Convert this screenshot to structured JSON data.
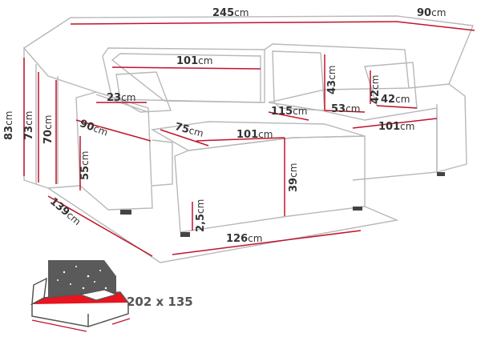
{
  "dimensions": {
    "total_width": {
      "value": "245",
      "unit": "cm"
    },
    "depth_chaise": {
      "value": "90",
      "unit": "cm"
    },
    "back_width": {
      "value": "101",
      "unit": "cm"
    },
    "back_cushion_h": {
      "value": "43",
      "unit": "cm"
    },
    "pillow_h": {
      "value": "42",
      "unit": "cm"
    },
    "pillow_w": {
      "value": "42",
      "unit": "cm"
    },
    "armrest_w": {
      "value": "23",
      "unit": "cm"
    },
    "armrest_d": {
      "value": "90",
      "unit": "cm"
    },
    "seat_depth_left": {
      "value": "75",
      "unit": "cm"
    },
    "seat_front_w": {
      "value": "101",
      "unit": "cm"
    },
    "inner_115": {
      "value": "115",
      "unit": "cm"
    },
    "chaise_seat": {
      "value": "53",
      "unit": "cm"
    },
    "chaise_len": {
      "value": "101",
      "unit": "cm"
    },
    "h_total": {
      "value": "83",
      "unit": "cm"
    },
    "h_back": {
      "value": "73",
      "unit": "cm"
    },
    "h_arm": {
      "value": "70",
      "unit": "cm"
    },
    "seat_h": {
      "value": "55",
      "unit": "cm"
    },
    "box_h": {
      "value": "39",
      "unit": "cm"
    },
    "leg_h": {
      "value": "2,5",
      "unit": "cm"
    },
    "depth_total": {
      "value": "139",
      "unit": "cm"
    },
    "front_len": {
      "value": "126",
      "unit": "cm"
    }
  },
  "sleeping_area": "202 x 135",
  "colors": {
    "line": "#c0142a",
    "outline": "#b5b5b5",
    "bed": "#e8141f"
  }
}
